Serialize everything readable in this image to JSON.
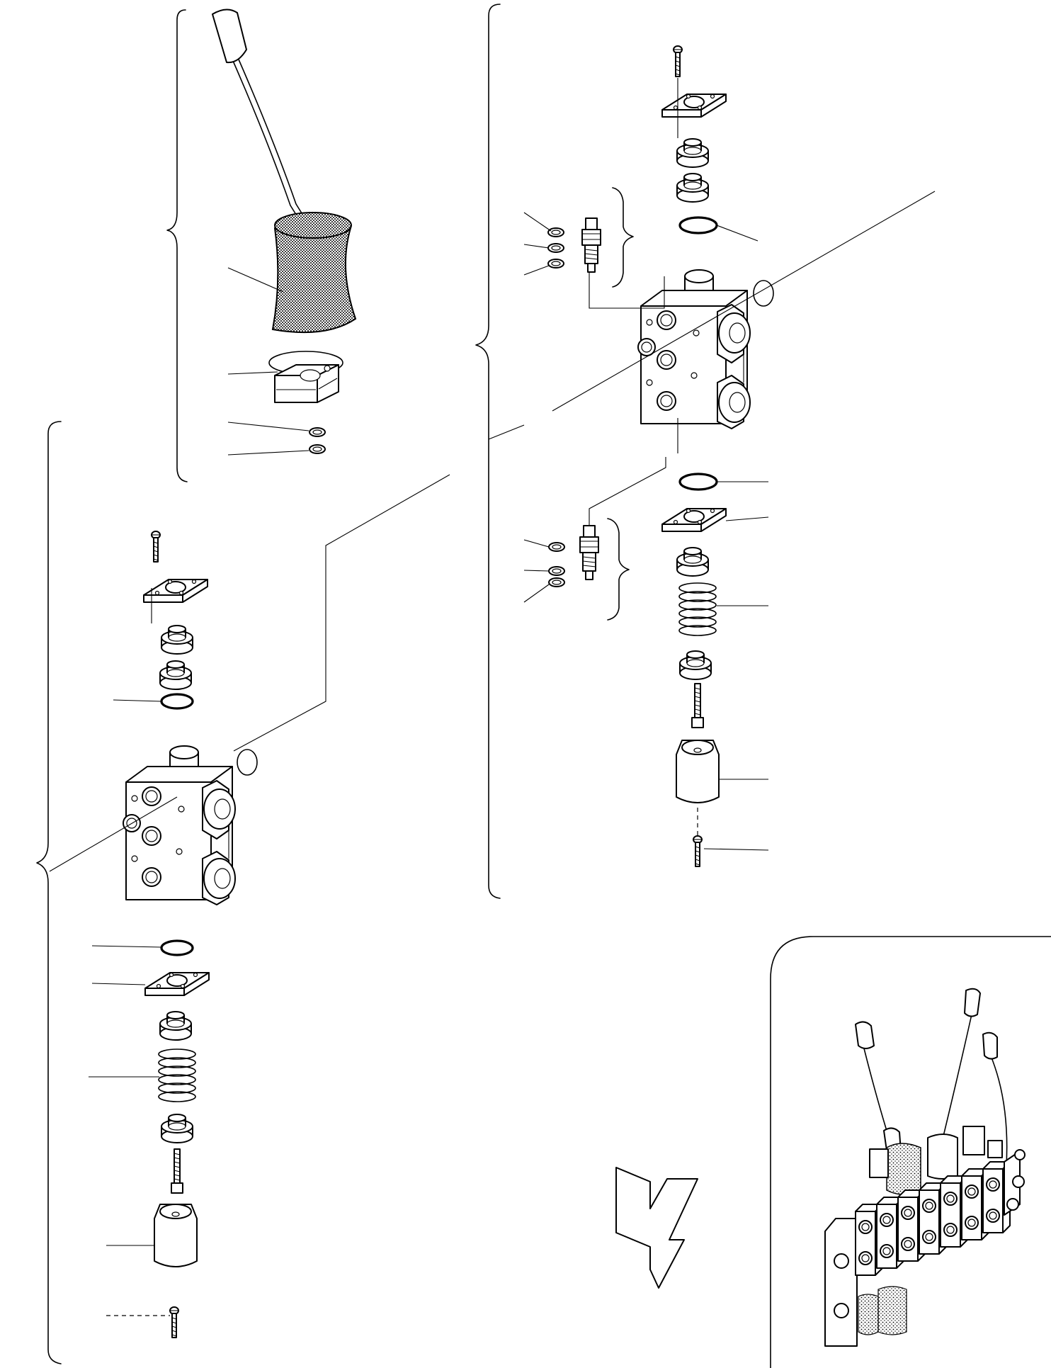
{
  "drawing": {
    "style": "exploded-parts-diagram",
    "line_color": "#000000",
    "background": "#ffffff"
  },
  "groups": {
    "lever_assembly": {
      "icon": "control-lever-with-rubber-boot"
    },
    "valve_section_left": {
      "icon": "hydraulic-valve-section"
    },
    "valve_section_right": {
      "icon": "hydraulic-valve-section"
    },
    "relief_valve_upper": {
      "icon": "relief-valve-cartridge"
    },
    "relief_valve_lower": {
      "icon": "relief-valve-cartridge"
    },
    "overview_inset": {
      "icon": "multi-section-control-valve-assembly"
    },
    "direction_arrow": {
      "icon": "hollow-arrow-icon"
    }
  }
}
